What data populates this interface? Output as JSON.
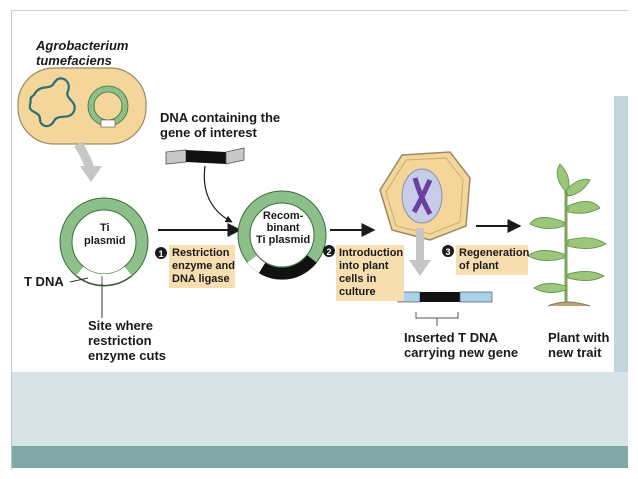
{
  "colors": {
    "slide_top_bg": "#ffffff",
    "slide_bottom_bg": "#d7e3e6",
    "footer_bar": "#7fa8a6",
    "accent_bar": "#c2d5da",
    "plasmid_green": "#8dbf8a",
    "cell_tan": "#f4d69a",
    "label_box": "#f6deb1",
    "arrow_gray": "#c6c6c6"
  },
  "diagram": {
    "organism_label": "Agrobacterium\ntumefaciens",
    "dna_label": "DNA containing the\ngene of interest",
    "ti_plasmid_label": "Ti\nplasmid",
    "t_dna_label": "T DNA",
    "site_label": "Site where\nrestriction\nenzyme cuts",
    "recombinant_label": "Recom-\nbinant\nTi plasmid",
    "step1": {
      "number": "1",
      "text": "Restriction\nenzyme and\nDNA ligase"
    },
    "step2": {
      "number": "2",
      "text": "Introduction\ninto plant\ncells in\nculture"
    },
    "step3": {
      "number": "3",
      "text": "Regeneration\nof plant"
    },
    "inserted_label": "Inserted T DNA\ncarrying new gene",
    "plant_label": "Plant with\nnew trait"
  }
}
